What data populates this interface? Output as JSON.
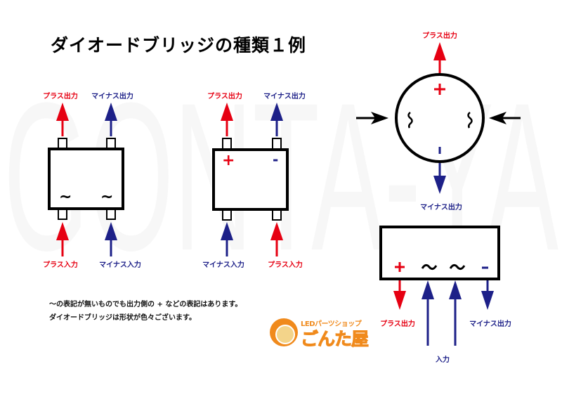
{
  "title": "ダイオードブリッジの種類１例",
  "watermark": "GONTA-YA",
  "colors": {
    "plus": "#e60012",
    "minus": "#1d2088",
    "line": "#000000",
    "logo": "#f08a1c"
  },
  "diagram1": {
    "top_labels": [
      "プラス出力",
      "マイナス出力"
    ],
    "bottom_labels": [
      "プラス入力",
      "マイナス入力"
    ],
    "marks": [
      "~",
      "~"
    ]
  },
  "diagram2": {
    "top_labels": [
      "プラス出力",
      "マイナス出力"
    ],
    "bottom_labels": [
      "マイナス入力",
      "プラス入力"
    ],
    "marks": [
      "+",
      "-"
    ]
  },
  "diagram3": {
    "top_label": "プラス出力",
    "bottom_label": "マイナス出力",
    "marks": [
      "+",
      "~",
      "~",
      "-"
    ]
  },
  "diagram4": {
    "marks": [
      "+",
      "~",
      "~",
      "-"
    ],
    "labels": {
      "plus": "プラス出力",
      "minus": "マイナス出力",
      "input": "入力"
    }
  },
  "notes": [
    "～の表記が無いものでも出力側の + などの表記はあります。",
    "ダイオードブリッジは形状が色々ございます。"
  ],
  "logo": {
    "subtitle": "LEDパーツショップ",
    "name": "ごんた屋"
  }
}
